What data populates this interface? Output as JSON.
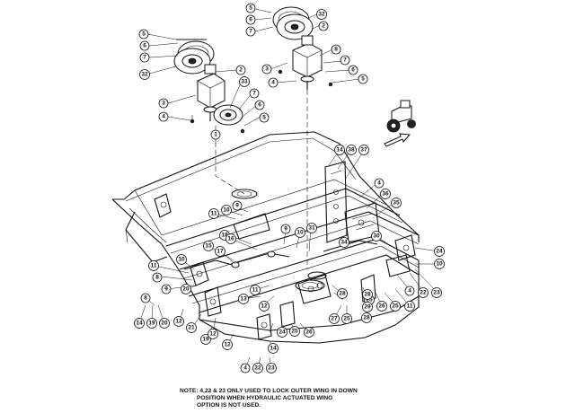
{
  "note": {
    "line1": "NOTE: 4,22 & 23 ONLY USED TO LOCK OUTER WING IN DOWN",
    "line2": "POSITION WHEN HYDRAULIC ACTUATED WING",
    "line3": "OPTION IS NOT USED."
  },
  "callouts": [
    {
      "id": "c1",
      "label": "5"
    },
    {
      "id": "c2",
      "label": "6"
    },
    {
      "id": "c3",
      "label": "7"
    },
    {
      "id": "c4",
      "label": "32"
    },
    {
      "id": "c5",
      "label": "2"
    },
    {
      "id": "c6",
      "label": "5"
    },
    {
      "id": "c7",
      "label": "6"
    },
    {
      "id": "c8",
      "label": "7"
    },
    {
      "id": "c9",
      "label": "32"
    },
    {
      "id": "c10",
      "label": "2"
    },
    {
      "id": "c11",
      "label": "3"
    },
    {
      "id": "c12",
      "label": "4"
    },
    {
      "id": "c13",
      "label": "33"
    },
    {
      "id": "c14",
      "label": "7"
    },
    {
      "id": "c15",
      "label": "6"
    },
    {
      "id": "c16",
      "label": "5"
    },
    {
      "id": "c17",
      "label": "8"
    },
    {
      "id": "c18",
      "label": "7"
    },
    {
      "id": "c19",
      "label": "6"
    },
    {
      "id": "c20",
      "label": "5"
    },
    {
      "id": "c21",
      "label": "3"
    },
    {
      "id": "c22",
      "label": "4"
    },
    {
      "id": "c23",
      "label": "1"
    },
    {
      "id": "c24",
      "label": "14"
    },
    {
      "id": "c25",
      "label": "38"
    },
    {
      "id": "c26",
      "label": "37"
    },
    {
      "id": "c27",
      "label": "4"
    },
    {
      "id": "c28",
      "label": "36"
    },
    {
      "id": "c29",
      "label": "35"
    },
    {
      "id": "c30",
      "label": "11"
    },
    {
      "id": "c31",
      "label": "10"
    },
    {
      "id": "c32",
      "label": "9"
    },
    {
      "id": "c33",
      "label": "31"
    },
    {
      "id": "c34",
      "label": "18"
    },
    {
      "id": "c35",
      "label": "16"
    },
    {
      "id": "c36",
      "label": "15"
    },
    {
      "id": "c37",
      "label": "17"
    },
    {
      "id": "c38",
      "label": "9"
    },
    {
      "id": "c39",
      "label": "10"
    },
    {
      "id": "c40",
      "label": "34"
    },
    {
      "id": "c41",
      "label": "30"
    },
    {
      "id": "c42",
      "label": "24"
    },
    {
      "id": "c43",
      "label": "10"
    },
    {
      "id": "c44",
      "label": "10"
    },
    {
      "id": "c45",
      "label": "11"
    },
    {
      "id": "c46",
      "label": "8"
    },
    {
      "id": "c47",
      "label": "9"
    },
    {
      "id": "c48",
      "label": "11"
    },
    {
      "id": "c49",
      "label": "13"
    },
    {
      "id": "c50",
      "label": "12"
    },
    {
      "id": "c51",
      "label": "4"
    },
    {
      "id": "c52",
      "label": "22"
    },
    {
      "id": "c53",
      "label": "23"
    },
    {
      "id": "c54",
      "label": "28"
    },
    {
      "id": "c55",
      "label": "25"
    },
    {
      "id": "c56",
      "label": "28"
    },
    {
      "id": "c57",
      "label": "29"
    },
    {
      "id": "c58",
      "label": "28"
    },
    {
      "id": "c59",
      "label": "26"
    },
    {
      "id": "c60",
      "label": "25"
    },
    {
      "id": "c61",
      "label": "11"
    },
    {
      "id": "c62",
      "label": "14"
    },
    {
      "id": "c63",
      "label": "19"
    },
    {
      "id": "c64",
      "label": "20"
    },
    {
      "id": "c65",
      "label": "21"
    },
    {
      "id": "c66",
      "label": "12"
    },
    {
      "id": "c67",
      "label": "27"
    },
    {
      "id": "c68",
      "label": "25"
    },
    {
      "id": "c69",
      "label": "26"
    },
    {
      "id": "c70",
      "label": "25"
    },
    {
      "id": "c71",
      "label": "24"
    },
    {
      "id": "c72",
      "label": "19"
    },
    {
      "id": "c73",
      "label": "12"
    },
    {
      "id": "c74",
      "label": "14"
    },
    {
      "id": "c75",
      "label": "4"
    },
    {
      "id": "c76",
      "label": "22"
    },
    {
      "id": "c77",
      "label": "23"
    },
    {
      "id": "c78",
      "label": "12"
    },
    {
      "id": "c79",
      "label": "8"
    },
    {
      "id": "c80",
      "label": "20"
    }
  ]
}
